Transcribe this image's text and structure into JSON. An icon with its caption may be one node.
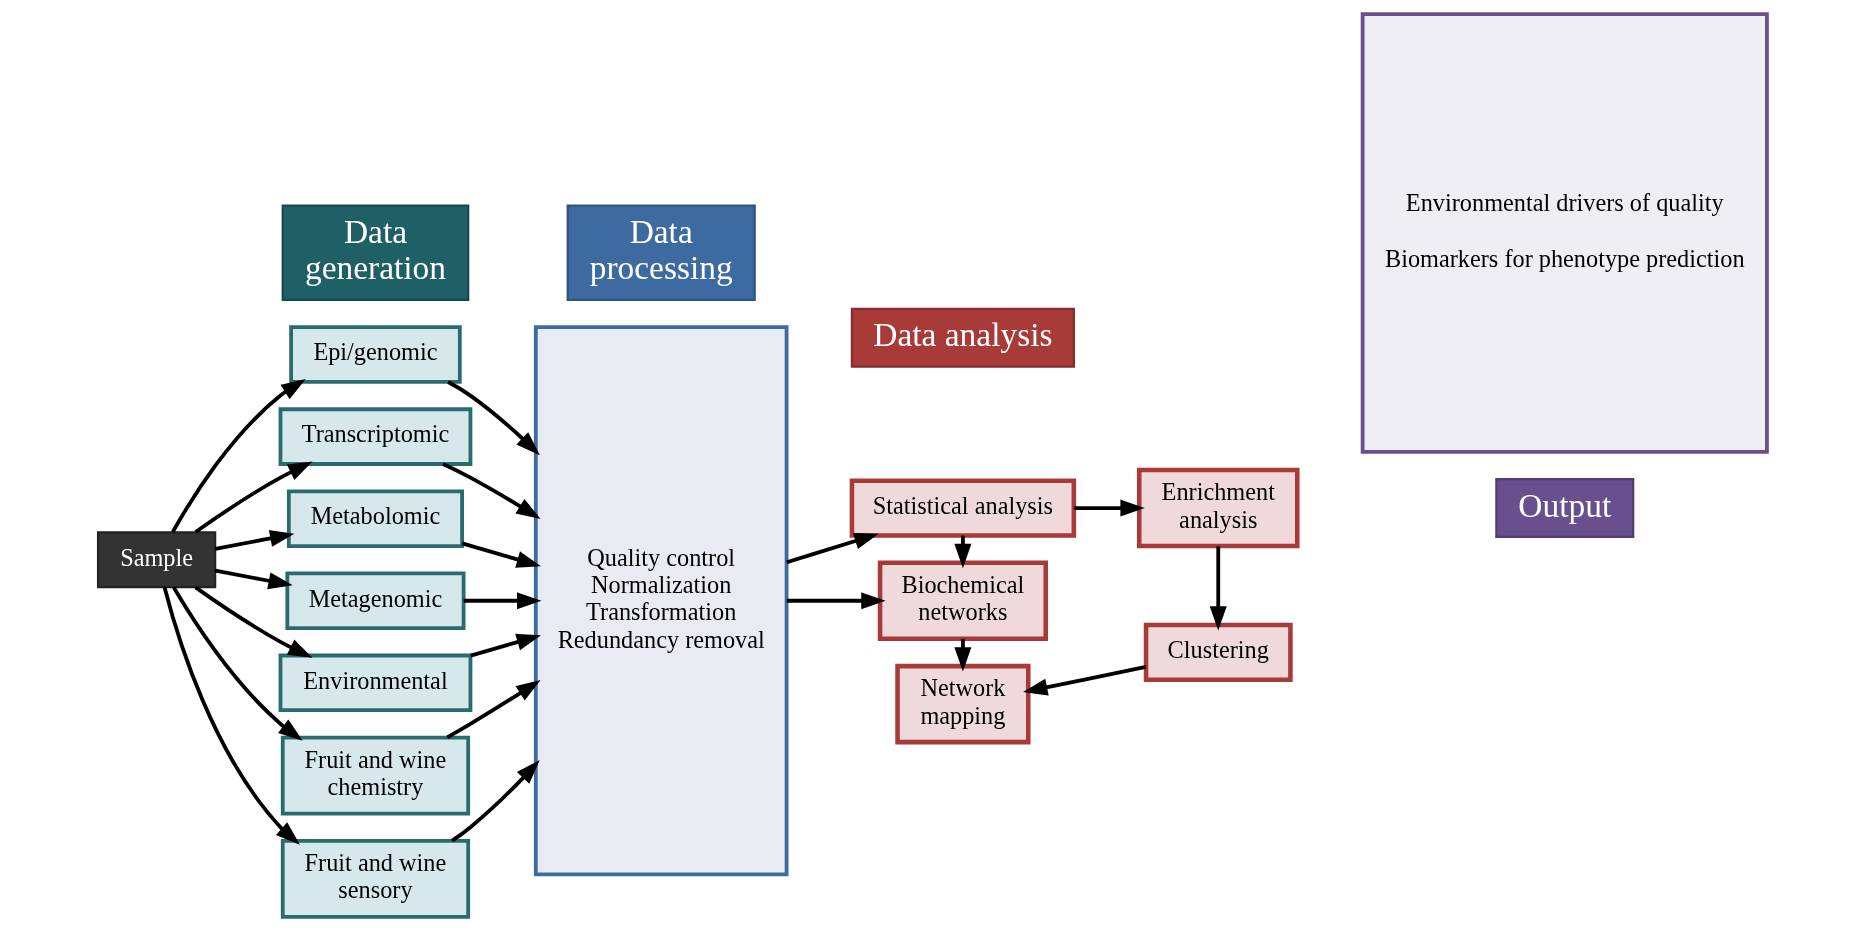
{
  "diagram": {
    "nodes": [
      {
        "text": [
          "Sample"
        ]
      },
      {
        "text": [
          "Data generation"
        ]
      },
      {
        "text": [
          "Data processing"
        ]
      },
      {
        "text": [
          "Data analysis"
        ]
      },
      {
        "text": [
          "Output"
        ]
      },
      {
        "text": [
          "Epi/genomic"
        ]
      },
      {
        "text": [
          "Transcriptomic"
        ]
      },
      {
        "text": [
          "Metabolomic"
        ]
      },
      {
        "text": [
          "Metagenomic"
        ]
      },
      {
        "text": [
          "Environmental"
        ]
      },
      {
        "text": [
          "Fruit and wine chemistry"
        ]
      },
      {
        "text": [
          "Fruit and wine sensory"
        ]
      },
      {
        "text": [
          "Quality control",
          "Normalization",
          "Transformation",
          "Redundancy removal"
        ]
      },
      {
        "text": [
          "Statistical analysis"
        ]
      },
      {
        "text": [
          "Biochemical networks"
        ]
      },
      {
        "text": [
          "Enrichment analysis"
        ]
      },
      {
        "text": [
          "Network mapping"
        ]
      },
      {
        "text": [
          "Clustering"
        ]
      },
      {
        "text": [
          "Environmental drivers of quality",
          "Biomarkers for phenotype prediction"
        ]
      }
    ],
    "edges": [
      {
        "from": 0,
        "to": 5,
        "arrow": "to"
      },
      {
        "from": 0,
        "to": 6,
        "arrow": "to"
      },
      {
        "from": 0,
        "to": 7,
        "arrow": "to"
      },
      {
        "from": 0,
        "to": 8,
        "arrow": "to"
      },
      {
        "from": 0,
        "to": 9,
        "arrow": "to"
      },
      {
        "from": 0,
        "to": 10,
        "arrow": "to"
      },
      {
        "from": 0,
        "to": 11,
        "arrow": "to"
      },
      {
        "from": 5,
        "to": 12,
        "arrow": "to"
      },
      {
        "from": 6,
        "to": 12,
        "arrow": "to"
      },
      {
        "from": 7,
        "to": 12,
        "arrow": "to"
      },
      {
        "from": 8,
        "to": 12,
        "arrow": "to"
      },
      {
        "from": 9,
        "to": 12,
        "arrow": "to"
      },
      {
        "from": 10,
        "to": 12,
        "arrow": "to"
      },
      {
        "from": 11,
        "to": 12,
        "arrow": "to"
      },
      {
        "from": 12,
        "to": 13,
        "arrow": "to"
      },
      {
        "from": 12,
        "to": 14,
        "arrow": "to"
      },
      {
        "from": 13,
        "to": 14,
        "arrow": "to"
      },
      {
        "from": 13,
        "to": 15,
        "arrow": "to"
      },
      {
        "from": 14,
        "to": 16,
        "arrow": "to"
      },
      {
        "from": 15,
        "to": 17,
        "arrow": "to"
      },
      {
        "from": 17,
        "to": 16,
        "arrow": "to"
      }
    ]
  }
}
